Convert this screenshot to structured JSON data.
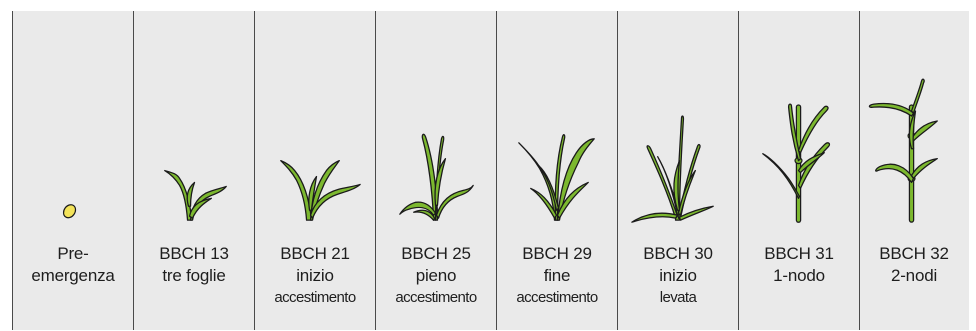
{
  "stages": [
    {
      "id": "pre-emergenza",
      "line1": "Pre-",
      "line2": "emergenza",
      "line3": ""
    },
    {
      "id": "bbch13",
      "line1": "BBCH 13",
      "line2": "tre foglie",
      "line3": ""
    },
    {
      "id": "bbch21",
      "line1": "BBCH 21",
      "line2": "inizio",
      "line3": "accestimento"
    },
    {
      "id": "bbch25",
      "line1": "BBCH 25",
      "line2": "pieno",
      "line3": "accestimento"
    },
    {
      "id": "bbch29",
      "line1": "BBCH 29",
      "line2": "fine",
      "line3": "accestimento"
    },
    {
      "id": "bbch30",
      "line1": "BBCH 30",
      "line2": "inizio",
      "line3": "levata"
    },
    {
      "id": "bbch31",
      "line1": "BBCH 31",
      "line2": "1-nodo",
      "line3": ""
    },
    {
      "id": "bbch32",
      "line1": "BBCH 32",
      "line2": "2-nodi",
      "line3": ""
    }
  ],
  "colors": {
    "panel": "#eaeaea",
    "divider": "#4a4a4a",
    "leaf": "#7cb82f",
    "seed": "#f3e35a",
    "outline": "#1b1b1b",
    "text": "#1e1e1e"
  }
}
